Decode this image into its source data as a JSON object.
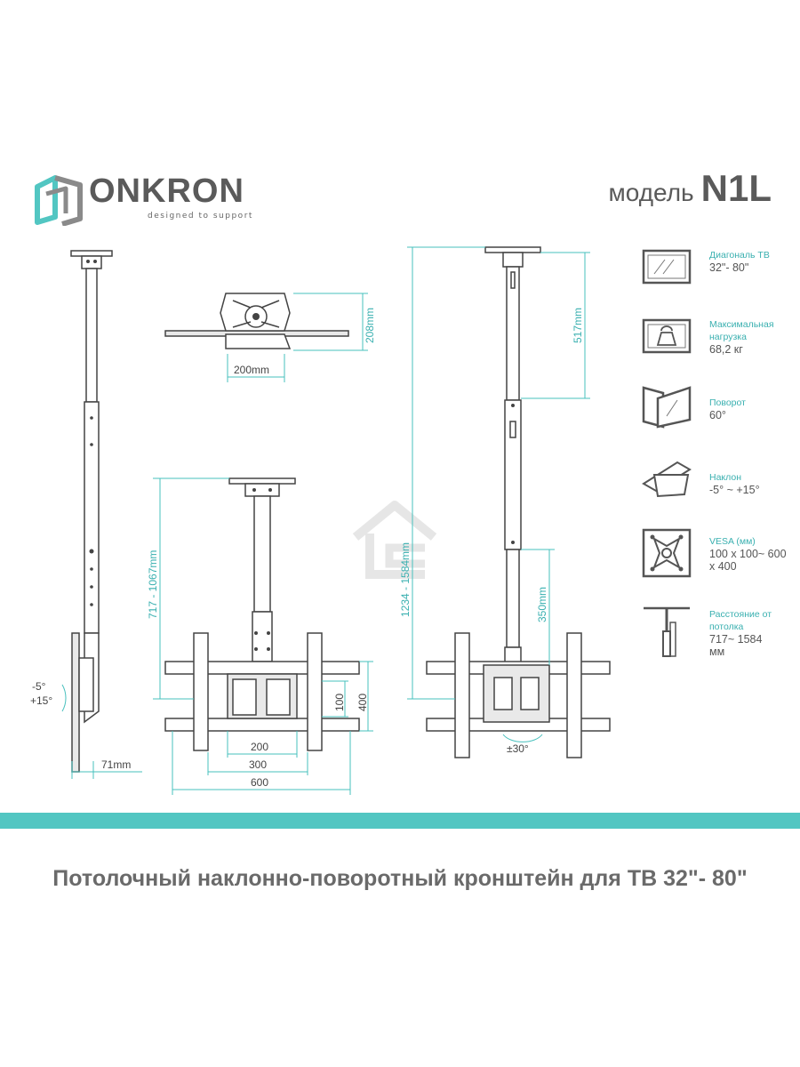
{
  "brand": {
    "name": "ONKRON",
    "tagline": "designed to support"
  },
  "model": {
    "prefix": "модель",
    "name": "N1L"
  },
  "specs": [
    {
      "icon": "tv-diagonal-icon",
      "label": "Диагональ ТВ",
      "value": "32\"- 80\""
    },
    {
      "icon": "weight-icon",
      "label": "Максимальная нагрузка",
      "value": "68,2 кг"
    },
    {
      "icon": "swivel-icon",
      "label": "Поворот",
      "value": "60°"
    },
    {
      "icon": "tilt-icon",
      "label": "Наклон",
      "value": "-5° ~ +15°"
    },
    {
      "icon": "vesa-icon",
      "label": "VESA (мм)",
      "value": "100 x 100~ 600 x 400"
    },
    {
      "icon": "ceiling-distance-icon",
      "label": "Расстояние от потолка",
      "value": "717~ 1584 мм"
    }
  ],
  "dimensions": {
    "plate_width": "200mm",
    "plate_depth": "208mm",
    "height_range_front": "717 - 1067mm",
    "height_range_side": "1234 - 1584mm",
    "upper_pole": "517mm",
    "lower_pole": "350mm",
    "vesa_100": "100",
    "vesa_400": "400",
    "vesa_200": "200",
    "vesa_300": "300",
    "vesa_600": "600",
    "depth_71": "71mm",
    "tilt_down": "-5°",
    "tilt_up": "+15°",
    "swivel": "±30°"
  },
  "caption": "Потолочный наклонно-поворотный кронштейн для ТВ 32\"- 80\"",
  "colors": {
    "accent": "#52c6c2",
    "text": "#5a5a5a",
    "lines": "#444444"
  }
}
